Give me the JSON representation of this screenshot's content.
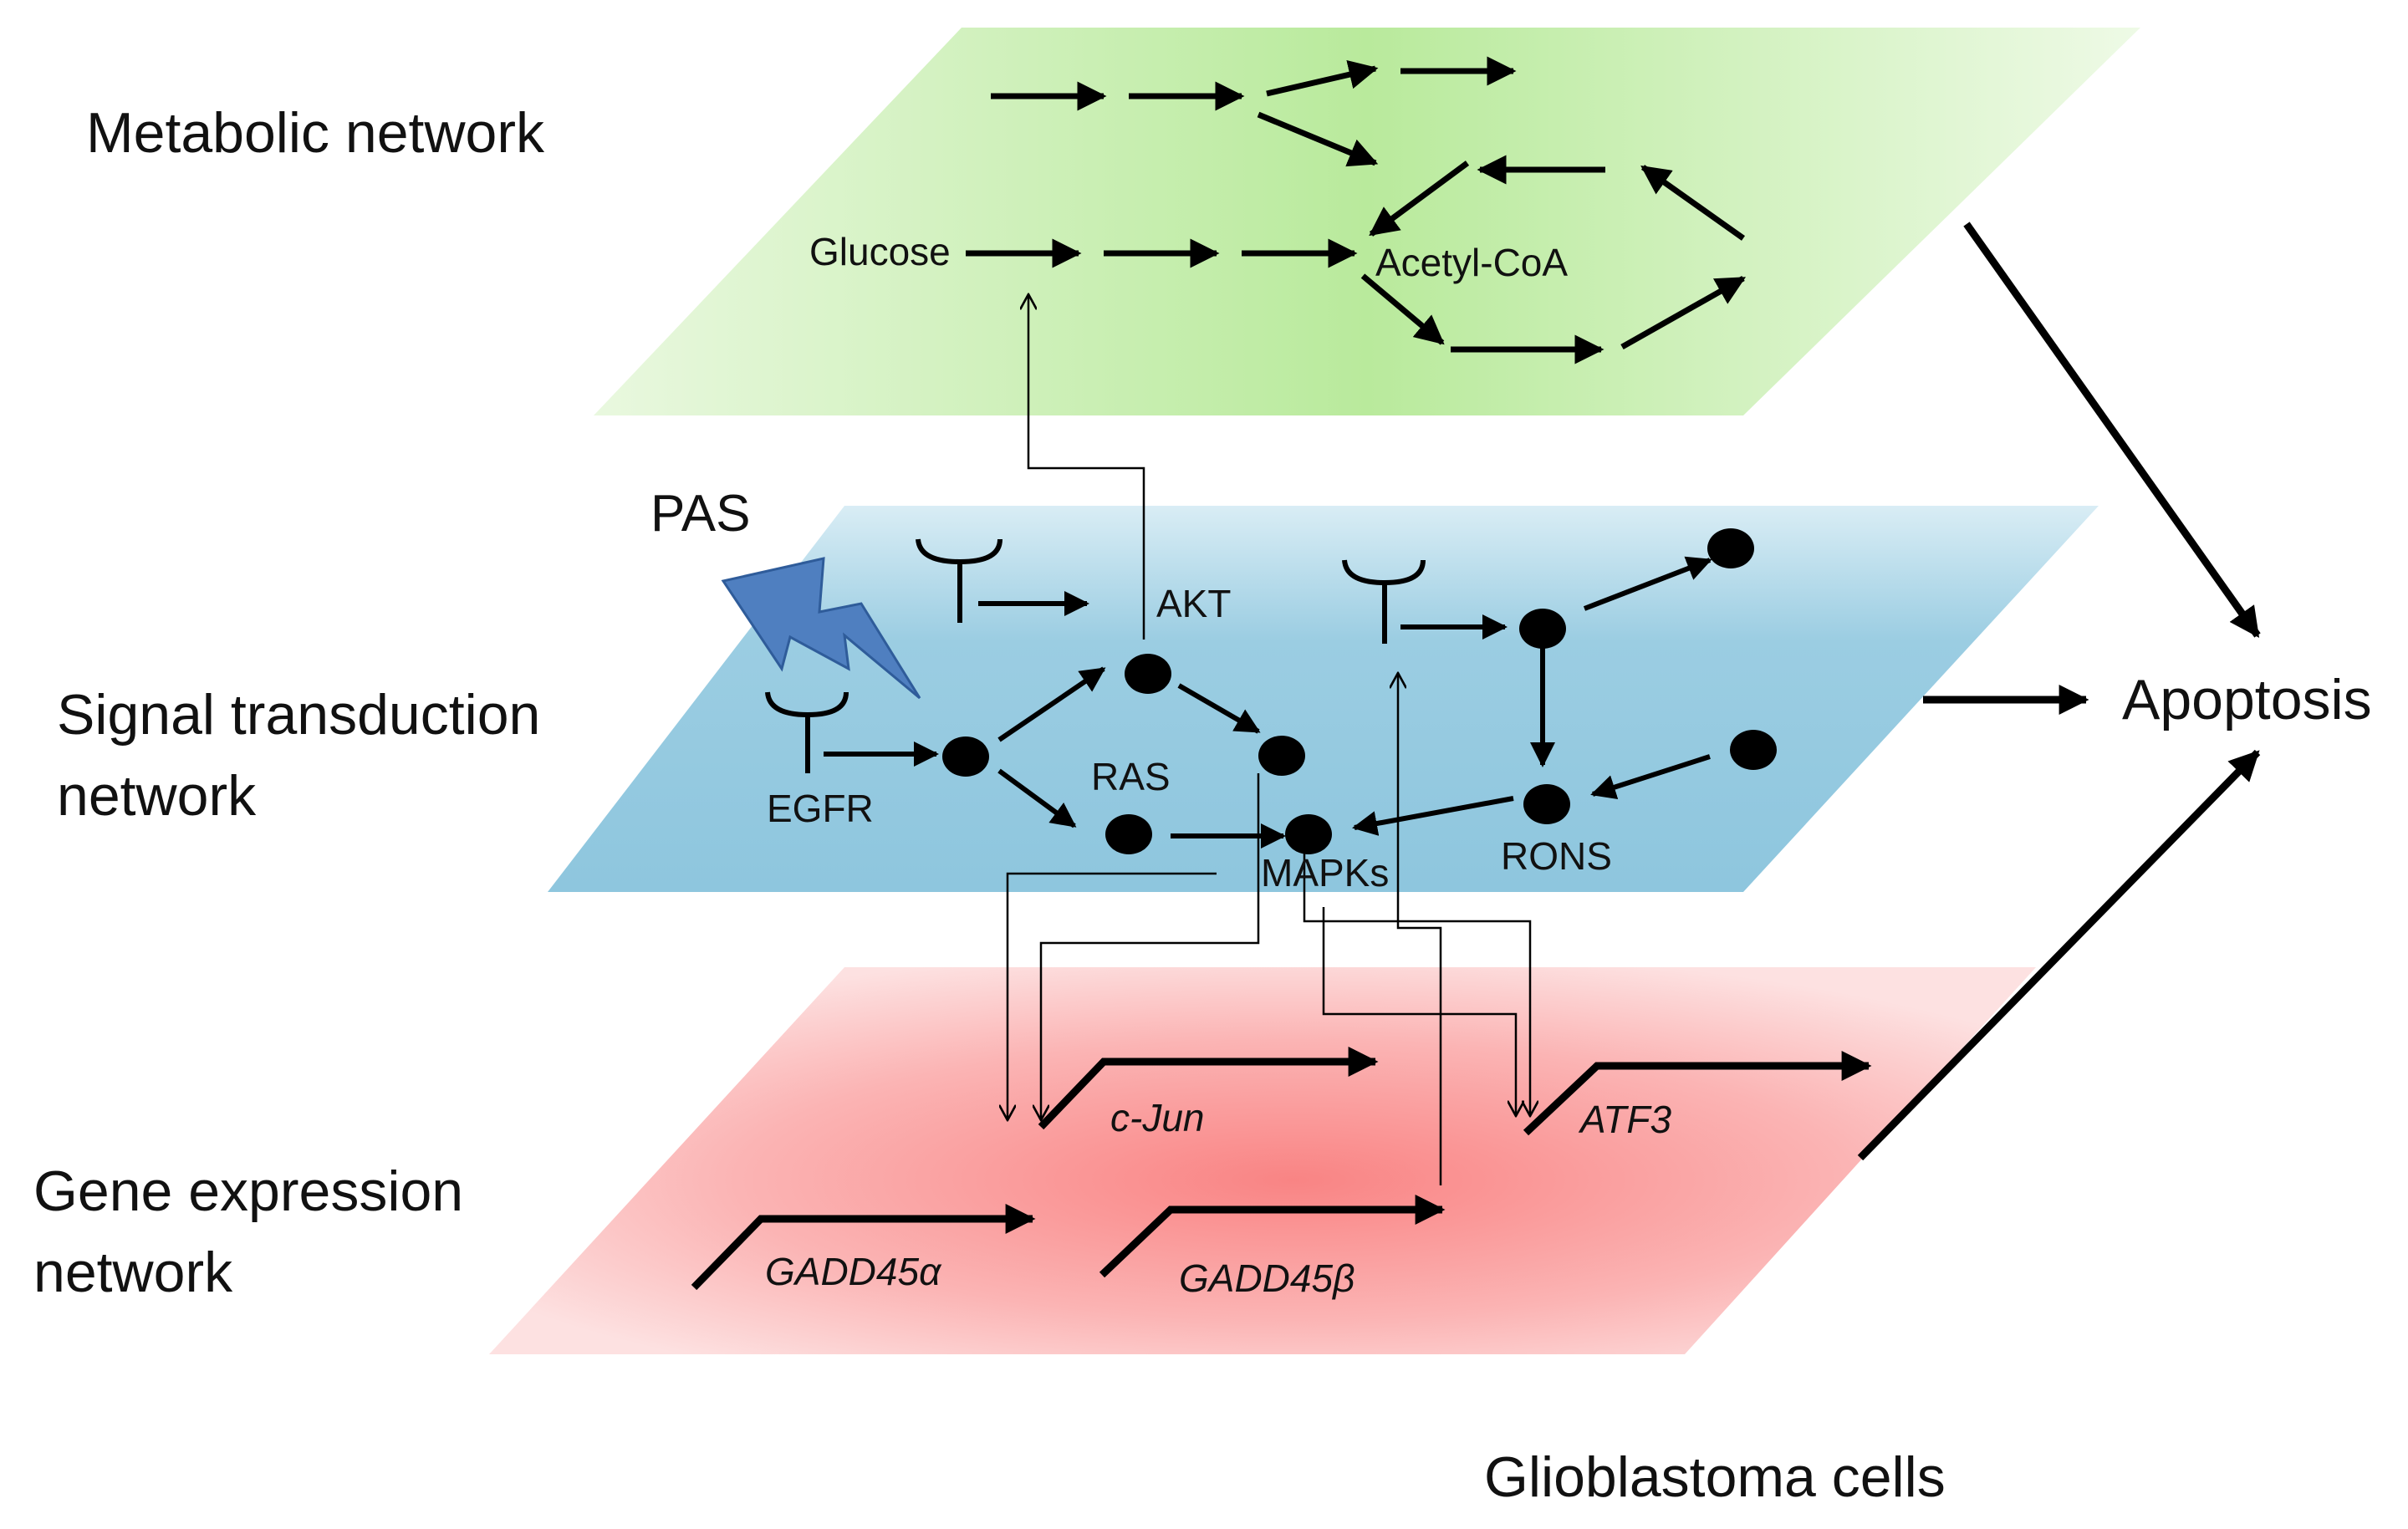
{
  "layers": {
    "metabolic": {
      "title": "Metabolic network",
      "color": "#b6e89a"
    },
    "signal": {
      "title_line1": "Signal transduction",
      "title_line2": "network",
      "color": "#8dc4dd"
    },
    "gene": {
      "title_line1": "Gene expression",
      "title_line2": "network",
      "color": "#f99a9a"
    }
  },
  "metabolic_nodes": {
    "glucose": "Glucose",
    "acetyl_coa": "Acetyl-CoA"
  },
  "signal_nodes": {
    "pas": "PAS",
    "egfr": "EGFR",
    "akt": "AKT",
    "ras": "RAS",
    "mapks": "MAPKs",
    "rons": "RONS"
  },
  "genes": {
    "cjun": "c-Jun",
    "atf3": "ATF3",
    "gadd45a": "GADD45α",
    "gadd45b": "GADD45β"
  },
  "outcome": "Apoptosis",
  "caption": "Glioblastoma cells",
  "lightning_color": "#4f7fc0"
}
